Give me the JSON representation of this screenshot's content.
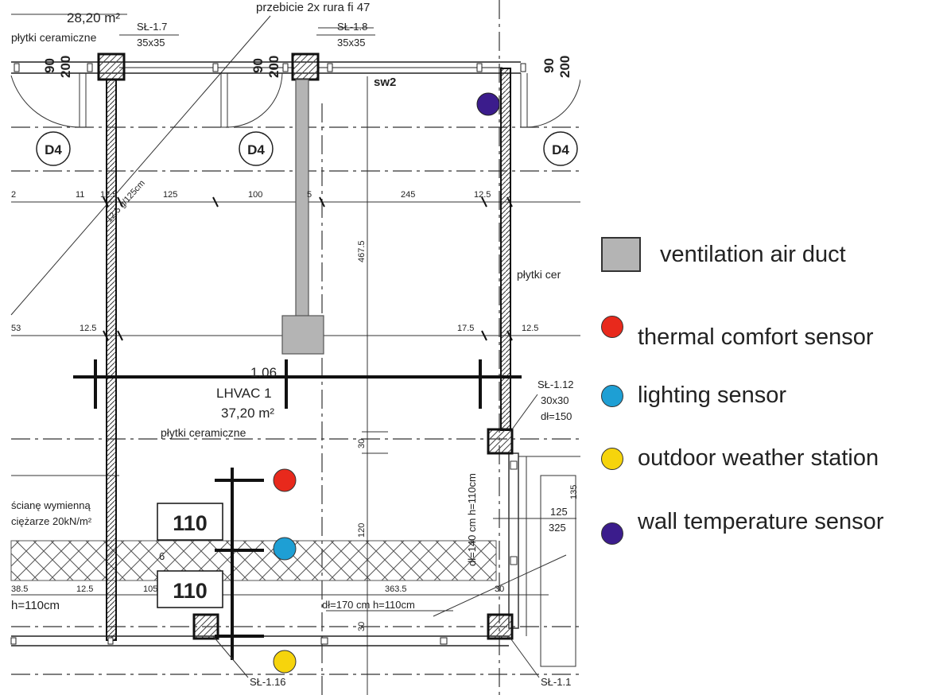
{
  "plan": {
    "top_room_area": "28,20 m²",
    "top_room_floor": "płytki ceramiczne",
    "column_1": "SŁ-1.7",
    "column_1_size": "35x35",
    "column_2": "SŁ-1.8",
    "column_2_size": "35x35",
    "top_note": "przebicie 2x rura fi 47",
    "opening_label": "sw2",
    "door_tag": "D4",
    "door_dims": [
      "90",
      "200"
    ],
    "dims_row1": [
      "2",
      "11",
      "12.5",
      "125",
      "100",
      "5",
      "245",
      "12.5"
    ],
    "diag_note": "12.5 g/125cm",
    "dims_row2": [
      "53",
      "12.5",
      "17.5",
      "12.5"
    ],
    "vertical_dim": "467.5",
    "room_label_fragment": "płytki cer",
    "room_id": "1.06",
    "room_name": "LHVAC 1",
    "room_area": "37,20 m²",
    "room_floor": "płytki ceramiczne",
    "column_3": "SŁ-1.12",
    "column_3_size": "30x30",
    "column_3_note": "dł=150",
    "partition_note_1": "ścianę wymienną",
    "partition_note_2": "ciężarze 20kN/m²",
    "vertical_note": "dł=140 cm h=110cm",
    "dims_right": [
      "125",
      "325"
    ],
    "right_edge_dim": "135",
    "box_value_1": "110",
    "box_value_2": "110",
    "dims_row3": [
      "38.5",
      "12.5",
      "105",
      "363.5",
      "30"
    ],
    "note_left": "h=110cm",
    "note_bottom": "dł=170 cm h=110cm",
    "vert_small_1": "30",
    "vert_small_2": "120",
    "vert_small_3": "30",
    "col_bottom_left": "SŁ-1.16",
    "col_bottom_right": "SŁ-1.1",
    "small_6": "6"
  },
  "legend": {
    "items": [
      {
        "label": "ventilation air duct",
        "color": "#b4b4b4",
        "icon": "square-swatch"
      },
      {
        "label": "thermal comfort sensor",
        "color": "#e8291c",
        "icon": "circle-dot"
      },
      {
        "label": "lighting sensor",
        "color": "#1e9fd4",
        "icon": "circle-dot"
      },
      {
        "label": "outdoor weather station",
        "color": "#f6d40c",
        "icon": "circle-dot"
      },
      {
        "label": "wall temperature sensor",
        "color": "#3b1c8c",
        "icon": "circle-dot"
      }
    ]
  }
}
